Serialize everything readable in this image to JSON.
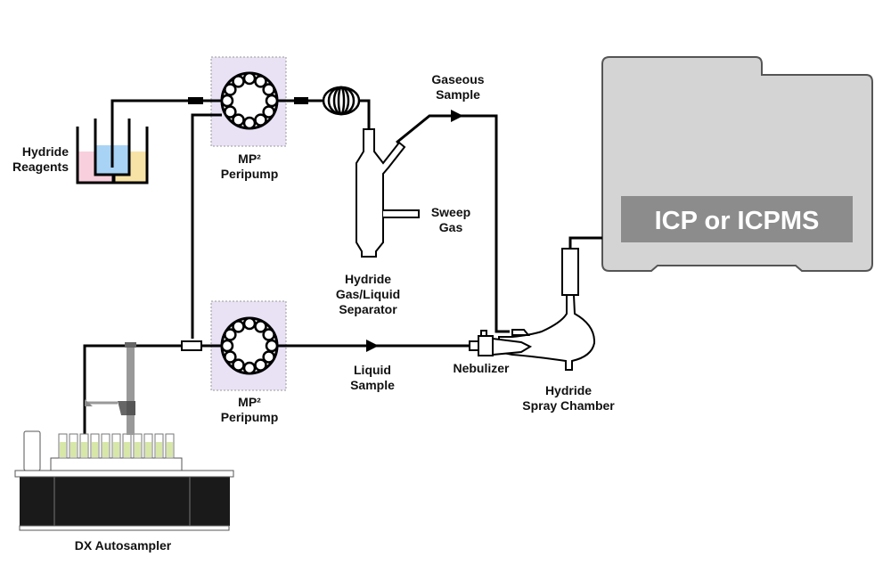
{
  "labels": {
    "reagents": [
      "Hydride",
      "Reagents"
    ],
    "top_pump": [
      "MP²",
      "Peripump"
    ],
    "bottom_pump": [
      "MP²",
      "Peripump"
    ],
    "gaseous_sample": [
      "Gaseous",
      "Sample"
    ],
    "sweep_gas": [
      "Sweep",
      "Gas"
    ],
    "separator": [
      "Hydride",
      "Gas/Liquid",
      "Separator"
    ],
    "liquid_sample": [
      "Liquid",
      "Sample"
    ],
    "nebulizer": "Nebulizer",
    "spray_chamber": [
      "Hydride",
      "Spray Chamber"
    ],
    "instrument": "ICP or ICPMS",
    "autosampler": "DX Autosampler"
  },
  "colors": {
    "pump_box": "#e9e2f5",
    "reagent_pink": "#f8cfdc",
    "reagent_blue": "#a9d3f5",
    "reagent_yellow": "#f8e3a6",
    "instrument_body": "#d4d4d4",
    "instrument_label": "#8c8c8c",
    "vial_liquid": "#d7e7a8"
  }
}
